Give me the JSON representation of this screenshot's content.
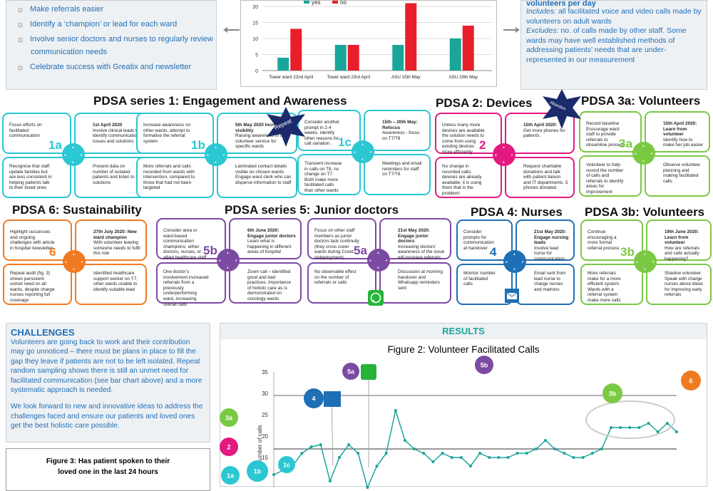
{
  "top_left_list": [
    "Make referrals easier",
    "Identify a ‘champion’ or lead for each ward",
    "Involve senior doctors and nurses to regularly review",
    "communication needs",
    "Celebrate success with Greatix and newsletter"
  ],
  "figure1": {
    "type": "bar",
    "legend": [
      "yes",
      "no"
    ],
    "categories": [
      "Tower ward 22nd April",
      "Tower ward 23rd April",
      "ASU 15th May",
      "ASU 20th May"
    ],
    "series": [
      {
        "name": "yes",
        "values": [
          4,
          8,
          8,
          10
        ]
      },
      {
        "name": "no",
        "values": [
          13,
          8,
          21,
          14
        ]
      }
    ],
    "ylim": [
      0,
      20
    ],
    "yticks": [
      "0",
      "5",
      "10",
      "15",
      "20"
    ],
    "colors": {
      "yes": "#1aa59a",
      "no": "#e81f2a"
    }
  },
  "top_right": {
    "title": "volunteers per day",
    "includes_label": "Includes:",
    "includes_text": " all facilitated voice and video calls made by volunteers on adult wards",
    "excludes_label": "Excludes:",
    "excludes_text": " no. of calls made by other staff. Some wards may have well established methods of addressing patients’ needs that are under-represented in our measurement"
  },
  "headings": {
    "s1": "PDSA series 1: Engagement and Awareness",
    "s2": "PDSA 2: Devices",
    "s3a": "PDSA 3a: Volunteers",
    "s6": "PDSA 6: Sustainability",
    "s5": "PDSA series 5: Junior doctors",
    "s4": "PDSA 4: Nurses",
    "s3b": "PDSA 3b: Volunteers"
  },
  "stars": {
    "repeat": "Repeat",
    "abandon": "Abandon"
  },
  "hub_letters": [
    "A",
    "P",
    "S",
    "D"
  ],
  "cards": {
    "c1a": {
      "num": "1a",
      "tl": "Focus efforts on facilitated communication",
      "tr_b": "1st April 2020",
      "tr": "Involve clinical leads to identify communication issues and solutions",
      "bl": "Recognise that staff update families but are less consistent in helping patients talk to their loved ones",
      "br": "Present data on number of isolated patients and listen to solutions"
    },
    "c1b": {
      "num": "1b",
      "tl": "Increase awareness on other wards, attempt to formalise the referral system",
      "tr_b": "5th May 2020 Increase visibility",
      "tr": "Raising awareness of the volunteer service for specific wards",
      "bl": "More referrals and calls recorded from wards with intervention, compared to those that had not been targeted",
      "br": "Laminated contact details visible on chosen wards. Engage ward clerk who can disperse information to staff"
    },
    "c1c": {
      "num": "1c",
      "tl": "Consider another prompt in 2-4 weeks. Identify other reasons for call variation.",
      "tr_b": "15th – 20th May: Refocus",
      "tr": "Awareness - focus on T7/T8",
      "bl": "Transient increase in calls on T8, no change on T7. Both make more facilitated calls than other wards",
      "br": "Meetings and email reminders for staff on T7/T8"
    },
    "c2": {
      "num": "2",
      "tl": "Unless many more devices are available the solution needs to come from using existing devices more efficiently",
      "tr_b": "15th April 2020:",
      "tr": "Get more phones for patients.",
      "bl": "No change in recorded calls; devices are already available, it is using them that is the problem!",
      "br": "Request charitable donations and talk with patient liaison and IT departments. 5 phones donated."
    },
    "c3a": {
      "num": "3a",
      "tl": "Record baseline Encourage ward staff to provide referrals to streamline process",
      "tr_b": "15th April 2020: Learn from volunteer",
      "tr": "Identify how to make her job easier",
      "bl": "Volunteer to help record the number of calls and referrals to identify areas for improvement",
      "br": "Observe volunteer planning and making facilitated calls"
    },
    "c6": {
      "num": "6",
      "tl": "Highlight successes and ongoing challenges with article in hospital newsletter.",
      "tr_b": "27th July 2020: New ward champion",
      "tr": "With volunteer leaving someone needs to fulfil this role",
      "bl": "Repeat audit (fig. 3) shows persistent unmet need on all wards, despite charge nurses reporting full coverage",
      "br": "Identified healthcare support worker on T7, other wards unable to identify suitable lead"
    },
    "c5b": {
      "num": "5b",
      "tl": "Consider area or ward-based communication champions; either doctors, nurses, or allied healthcare staff",
      "tr_b": "6th June 2020: Engage junior doctors",
      "tr": "Learn what is happening in different areas of hospital",
      "bl": "One doctor’s involvement increased referrals from a previously underperforming ward, increasing overall calls",
      "br": "Zoom call – identified good and bad practices. Importance of holistic care as is demonstrated on oncology wards"
    },
    "c5a": {
      "num": "5a",
      "tl": "Focus on other staff members as junior doctors lack continuity (they cross cover wards during Covid redeployment)",
      "tr_b": "21st May 2020: Engage junior doctors",
      "tr": "Increasing doctors’ awareness of the issue will increase referrals",
      "bl": "No observable effect on the number of referrals or calls",
      "br": "Discussion at morning handover and Whatsapp reminders sent"
    },
    "c4": {
      "num": "4",
      "tl": "Consider prompts for communication at handover",
      "tr_b": "21st May 2020: Engage nursing leads",
      "tr": "Involve lead nurse for communication",
      "bl": "Monitor number of facilitated calls",
      "br": "Email sent from lead nurse to charge nurses and matrons"
    },
    "c3b": {
      "num": "3b",
      "tl": "Continue encouraging a more formal referral process",
      "tr_b": "19th June 2020: Learn from volunteer",
      "tr": "How are referrals and calls actually happening?",
      "bl": "More referrals make for a more efficient system. Wards with a referral system make more calls",
      "br": "Shadow volunteer Speak with charge nurses about ideas for improving early referrals"
    }
  },
  "challenges": {
    "title": "CHALLENGES",
    "p1": "Volunteers are going back to work and their contribution may go unnoticed – there must be plans in place to fill the gap they leave if patients are not to be left isolated. Repeat random sampling shows there is still an unmet need for facilitated communication (see bar chart above) and a more systematic approach is needed.",
    "p2": "We look forward to new and innovative ideas to address the challenges faced and ensure our patients and loved ones get the best holistic care possible."
  },
  "figure3": {
    "title": "Figure 3: Has patient spoken to their loved one in the last 24 hours"
  },
  "results": {
    "title": "RESULTS"
  },
  "chart_data": {
    "type": "line",
    "title": "Figure 2: Volunteer Facilitated Calls",
    "ylabel": "Number of calls",
    "ylim": [
      0,
      35
    ],
    "yticks": [
      "15",
      "20",
      "25",
      "30",
      "35"
    ],
    "values": [
      11,
      12,
      13,
      16,
      17.5,
      18,
      9.5,
      15,
      18,
      16,
      8,
      13,
      16,
      26,
      19,
      17,
      16,
      14,
      16,
      15,
      15,
      13,
      16,
      15,
      15,
      15,
      16,
      16,
      17,
      19,
      17,
      16,
      15,
      15,
      16,
      17,
      22,
      22,
      22,
      22,
      23,
      21,
      23,
      21
    ],
    "reference_lines": [
      {
        "value": 17,
        "color": "#333333"
      },
      {
        "value": 29.5,
        "color": "#666666"
      }
    ],
    "line_color": "#1aa59a",
    "markers": [
      {
        "label": "3a",
        "color": "#7ac943"
      },
      {
        "label": "2",
        "color": "#e2197f"
      },
      {
        "label": "1a",
        "color": "#2bc7d2"
      },
      {
        "label": "1b",
        "color": "#2bc7d2"
      },
      {
        "label": "1c",
        "color": "#2bc7d2"
      },
      {
        "label": "4",
        "color": "#1f6fb6"
      },
      {
        "label": "5a",
        "color": "#7b4aa2"
      },
      {
        "label": "5b",
        "color": "#7b4aa2"
      },
      {
        "label": "3b",
        "color": "#7ac943"
      },
      {
        "label": "6",
        "color": "#f07a22"
      }
    ]
  },
  "colors": {
    "cyan": "#2bc7d2",
    "magenta": "#e2197f",
    "green": "#7ac943",
    "orange": "#f07a22",
    "purple": "#7b4aa2",
    "blue": "#1f6fb6",
    "navy": "#1b2a6b"
  }
}
